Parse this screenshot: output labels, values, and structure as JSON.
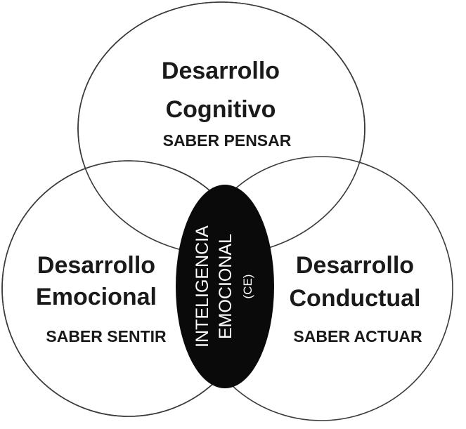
{
  "colors": {
    "background": "#ffffff",
    "outline": "#3a3a3a",
    "center_fill": "#0a0a0a",
    "center_text": "#ffffff",
    "label_text": "#1a1a1a"
  },
  "top_circle": {
    "title_line1": "Desarrollo",
    "title_line2": "Cognitivo",
    "subtitle": "SABER PENSAR"
  },
  "left_circle": {
    "title_line1": "Desarrollo",
    "title_line2": "Emocional",
    "subtitle": "SABER SENTIR"
  },
  "right_circle": {
    "title_line1": "Desarrollo",
    "title_line2": "Conductual",
    "subtitle": "SABER ACTUAR"
  },
  "center": {
    "line1": "INTELIGENCIA",
    "line2": "EMOCIONAL",
    "line3": "(CE)"
  }
}
